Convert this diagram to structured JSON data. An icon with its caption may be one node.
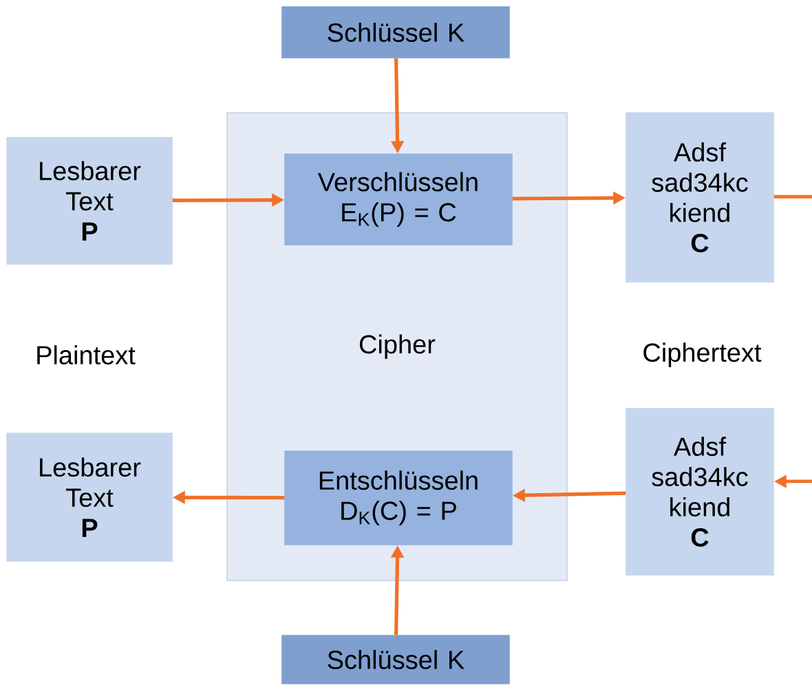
{
  "diagram": {
    "nodes": [
      {
        "text": [
          "Schlüssel K"
        ]
      },
      {
        "text": [
          "Cipher"
        ]
      },
      {
        "text": [
          "Lesbarer Text",
          "P"
        ]
      },
      {
        "text": [
          "Verschlüsseln",
          "E$_{K}$(P) = C"
        ],
        "in": 1
      },
      {
        "text": [
          "Adsf sad34kc kiend",
          "C"
        ]
      },
      {
        "text": [
          "Lesbarer Text",
          "P"
        ]
      },
      {
        "text": [
          "Entschlüsseln",
          "D$_{K}$(C) = P"
        ],
        "in": 1
      },
      {
        "text": [
          "Adsf sad34kc kiend",
          "C"
        ]
      },
      {
        "text": [
          "Schlüssel K"
        ]
      }
    ],
    "edges": [
      {
        "from": 0,
        "to": 3,
        "arrow": "to"
      },
      {
        "from": 2,
        "to": 3,
        "arrow": "to"
      },
      {
        "from": 3,
        "to": 4,
        "arrow": "to"
      },
      {
        "from": 4,
        "to": null,
        "arrow": "none"
      },
      {
        "from": null,
        "to": 7,
        "arrow": "to"
      },
      {
        "from": 7,
        "to": 6,
        "arrow": "to"
      },
      {
        "from": 6,
        "to": 5,
        "arrow": "to"
      },
      {
        "from": 8,
        "to": 6,
        "arrow": "to"
      }
    ],
    "labels": [
      "Plaintext",
      "Ciphertext"
    ]
  }
}
